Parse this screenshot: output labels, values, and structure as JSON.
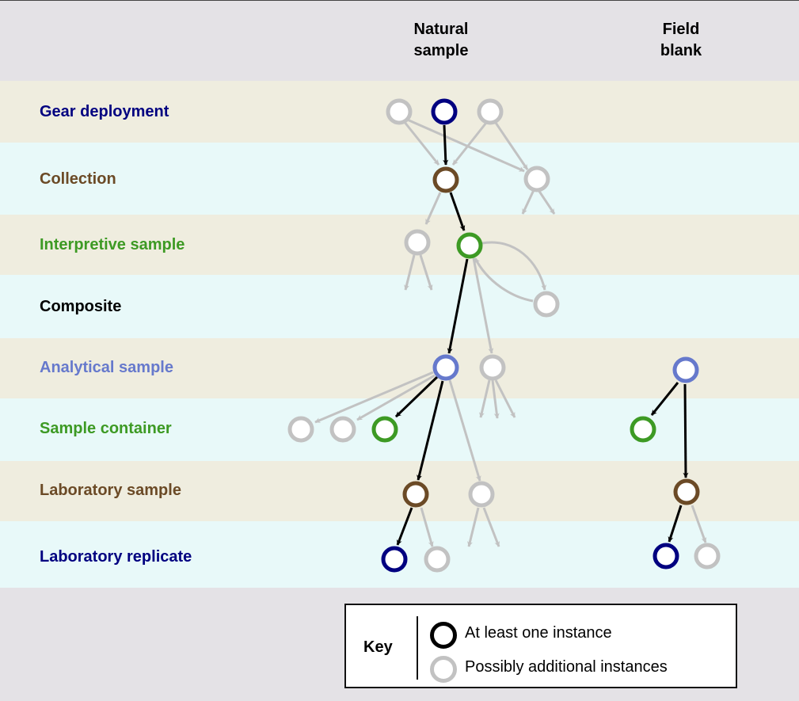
{
  "headers": {
    "natural_line1": "Natural",
    "natural_line2": "sample",
    "field_line1": "Field",
    "field_line2": "blank"
  },
  "rows": [
    {
      "label": "Gear deployment",
      "color": "#000080"
    },
    {
      "label": "Collection",
      "color": "#6b4a26"
    },
    {
      "label": "Interpretive sample",
      "color": "#3d9a24"
    },
    {
      "label": "Composite",
      "color": "#000000"
    },
    {
      "label": "Analytical sample",
      "color": "#6679cc"
    },
    {
      "label": "Sample container",
      "color": "#3d9a24"
    },
    {
      "label": "Laboratory sample",
      "color": "#6b4a26"
    },
    {
      "label": "Laboratory replicate",
      "color": "#000080"
    }
  ],
  "key": {
    "title": "Key",
    "solid_label": "At least one instance",
    "grey_label": "Possibly additional instances"
  },
  "colors": {
    "band_beige": "#efeddf",
    "band_cyan": "#e8f9f9",
    "background": "#e4e2e6",
    "grey_node": "#c2c2c2",
    "arrow_black": "#000000",
    "arrow_grey": "#c2c2c2"
  }
}
